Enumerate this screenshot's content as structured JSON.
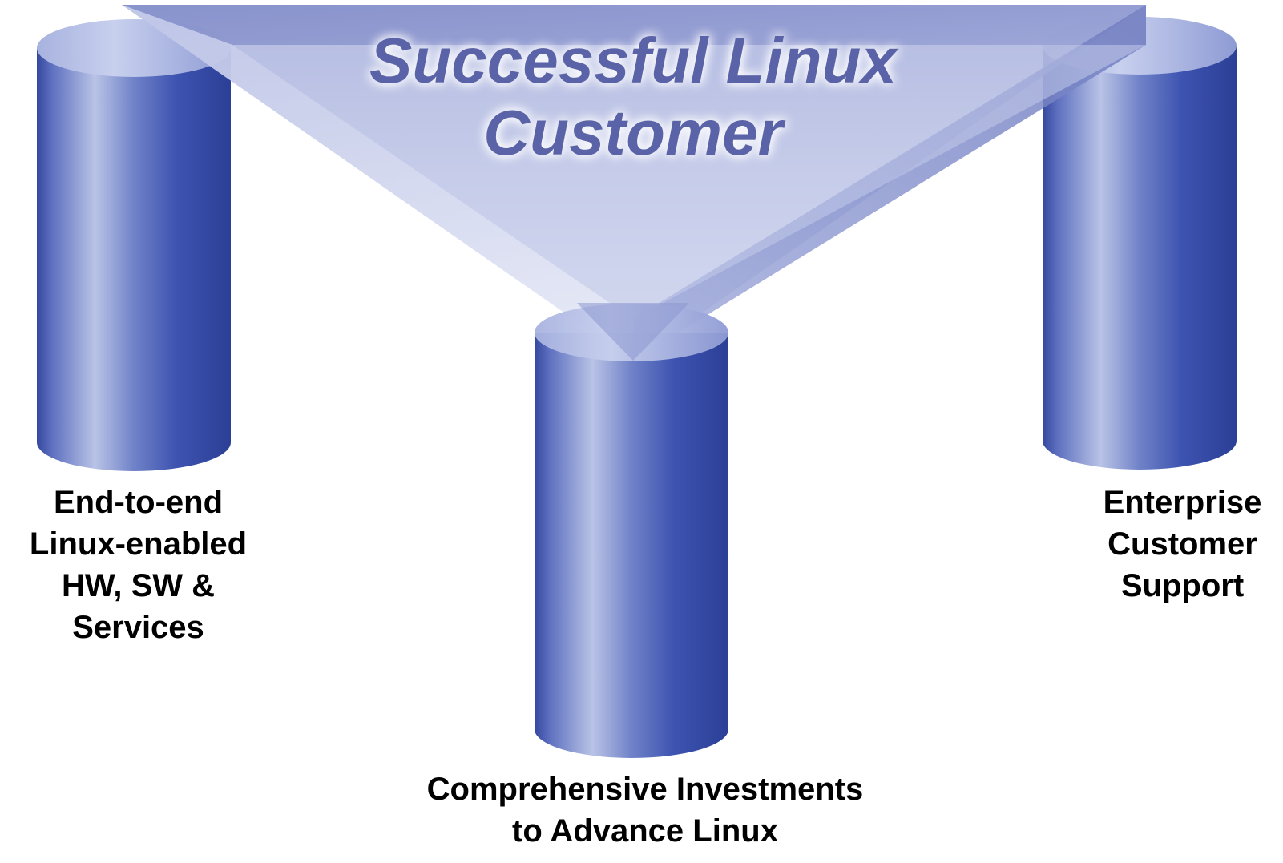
{
  "title": {
    "line1": "Successful Linux",
    "line2": "Customer"
  },
  "pillars": {
    "left": {
      "label": "End-to-end\nLinux-enabled\nHW, SW &\nServices"
    },
    "center": {
      "label": "Comprehensive Investments\nto Advance Linux"
    },
    "right": {
      "label": "Enterprise\nCustomer\nSupport"
    }
  },
  "colors": {
    "pillar_dark": "#2f45a8",
    "pillar_light": "#b7c2e6",
    "triangle": "#aab3dc",
    "title_text": "#5a64a8",
    "label_text": "#000000"
  }
}
